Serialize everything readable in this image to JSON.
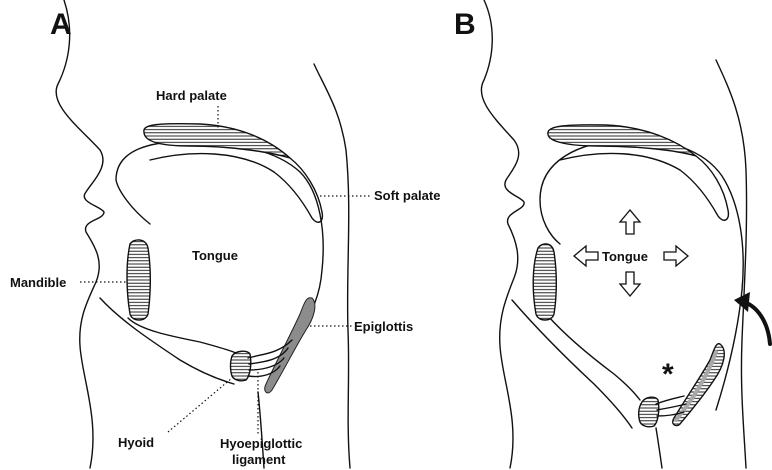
{
  "panels": {
    "a": {
      "letter": "A"
    },
    "b": {
      "letter": "B"
    }
  },
  "labels": {
    "hard_palate": "Hard palate",
    "soft_palate": "Soft palate",
    "tongue_a": "Tongue",
    "mandible": "Mandible",
    "epiglottis": "Epiglottis",
    "hyoid": "Hyoid",
    "hyoepiglottic_line1": "Hyoepiglottic",
    "hyoepiglottic_line2": "ligament",
    "tongue_b": "Tongue",
    "asterisk": "*"
  },
  "colors": {
    "line": "#111111",
    "epiglottis_fill": "#8c8c8c",
    "background": "#ffffff"
  },
  "icons": {
    "tongue_expansion": [
      "arrow-up-icon",
      "arrow-down-icon",
      "arrow-left-icon",
      "arrow-right-icon"
    ],
    "posterior_wall": "curved-arrow-icon"
  }
}
